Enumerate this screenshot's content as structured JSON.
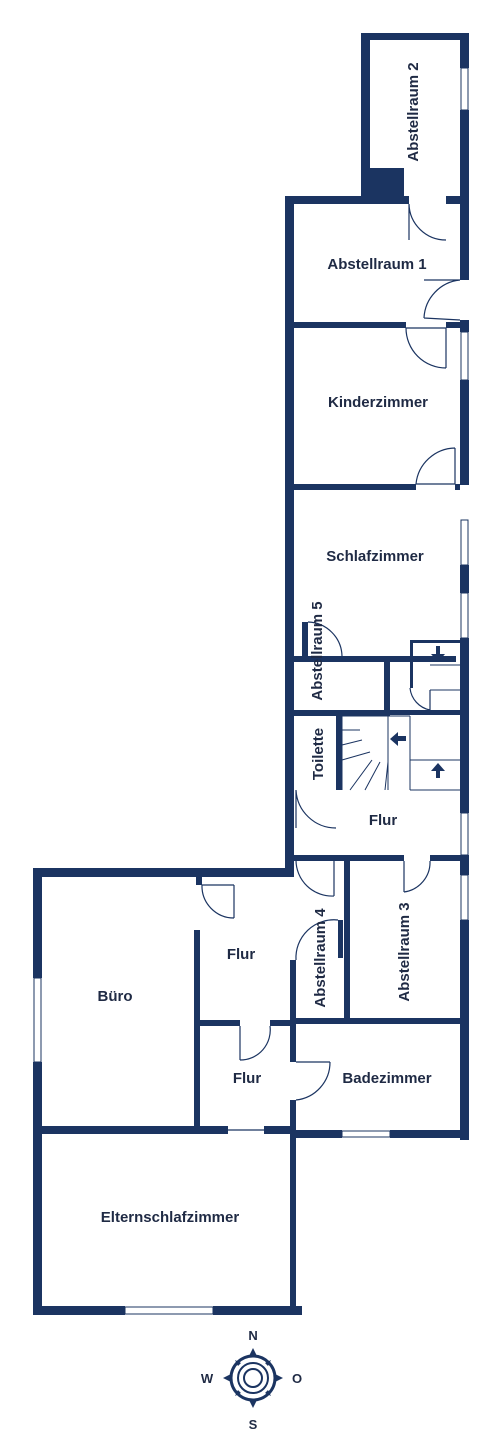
{
  "colors": {
    "wall": "#1b3461",
    "background": "#ffffff",
    "text": "#1f2a44"
  },
  "rooms": {
    "abstellraum2": "Abstellraum 2",
    "abstellraum1": "Abstellraum 1",
    "kinderzimmer": "Kinderzimmer",
    "schlafzimmer": "Schlafzimmer",
    "abstellraum5": "Abstellraum 5",
    "toilette": "Toilette",
    "flur_upper": "Flur",
    "abstellraum4": "Abstellraum 4",
    "abstellraum3": "Abstellraum 3",
    "buero": "Büro",
    "flur_middle": "Flur",
    "flur_lower": "Flur",
    "badezimmer": "Badezimmer",
    "elternschlafzimmer": "Elternschlafzimmer"
  },
  "compass": {
    "north": "N",
    "south": "S",
    "west": "W",
    "east": "O"
  },
  "icons": [
    "stair-arrow-icon",
    "door-swing-icon",
    "compass-rose-icon"
  ]
}
